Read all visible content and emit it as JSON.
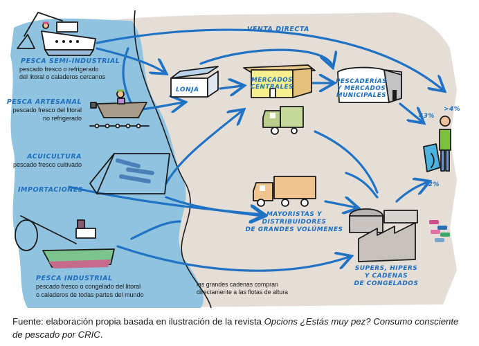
{
  "colors": {
    "sea": "#8fc3e0",
    "land": "#e4ded6",
    "arrow": "#1f72c4",
    "label": "#1f6fbf"
  },
  "sources": [
    {
      "title": "PESCA SEMI-INDUSTRIAL",
      "desc1": "pescado fresco o refrigerado",
      "desc2": "del litoral o caladeros cercanos"
    },
    {
      "title": "PESCA ARTESANAL",
      "desc1": "pescado fresco del litoral",
      "desc2": "no refrigerado"
    },
    {
      "title": "ACUICULTURA",
      "desc1": "pescado fresco cultivado",
      "desc2": ""
    },
    {
      "title": "IMPORTACIONES",
      "desc1": "",
      "desc2": ""
    },
    {
      "title": "PESCA INDUSTRIAL",
      "desc1": "pescado fresco o congelado del litoral",
      "desc2": "o caladeros de todas partes del mundo"
    }
  ],
  "nodes": {
    "venta_directa": "VENTA DIRECTA",
    "lonja": "LONJA",
    "mercados_centrales": [
      "MERCADOS",
      "CENTRALES"
    ],
    "pescaderias": [
      "PESCADERÍAS",
      "Y MERCADOS",
      "MUNICIPALES"
    ],
    "mayoristas": [
      "MAYORISTAS Y",
      "DISTRIBUIDORES",
      "DE GRANDES VOLÚMENES"
    ],
    "supers": [
      "SUPERS, HIPERS",
      "Y CADENAS",
      "DE CONGELADOS"
    ]
  },
  "shares": {
    "pescaderias": "43%",
    "venta_directa": ">4%",
    "supers": "52%"
  },
  "note": [
    "las grandes cadenas compran",
    "directamente a las flotas de altura"
  ],
  "caption": {
    "plain": "Fuente: elaboración propia basada en ilustración de la revista ",
    "italic1": "Opcions ¿Estás muy pez? Consumo consciente de pescado por CRIC",
    "end": "."
  }
}
